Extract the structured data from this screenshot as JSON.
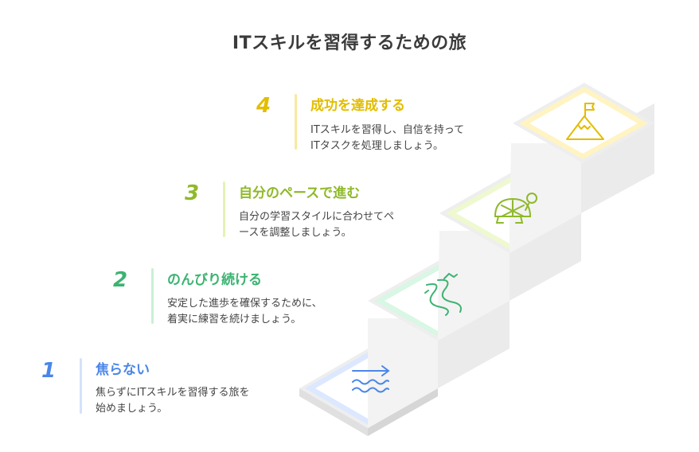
{
  "title": "ITスキルを習得するための旅",
  "steps": [
    {
      "number": "1",
      "heading": "焦らない",
      "desc_line1": "焦らずにITスキルを習得する旅を",
      "desc_line2": "始めましょう。",
      "color": "#4a86e8",
      "icon": "water-waves-arrow-icon"
    },
    {
      "number": "2",
      "heading": "のんびり続ける",
      "desc_line1": "安定した進歩を確保するために、",
      "desc_line2": "着実に練習を続けましょう。",
      "color": "#3cb371",
      "icon": "winding-road-icon"
    },
    {
      "number": "3",
      "heading": "自分のペースで進む",
      "desc_line1": "自分の学習スタイルに合わせてペ",
      "desc_line2": "ースを調整しましょう。",
      "color": "#8fb92a",
      "icon": "turtle-icon"
    },
    {
      "number": "4",
      "heading": "成功を達成する",
      "desc_line1": "ITスキルを習得し、自信を持って",
      "desc_line2": "ITタスクを処理しましょう。",
      "color": "#e2bd00",
      "icon": "mountain-flag-icon"
    }
  ]
}
